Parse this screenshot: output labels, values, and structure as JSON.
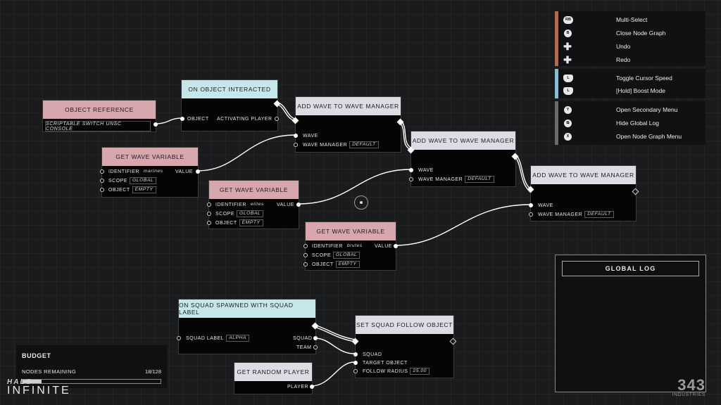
{
  "controls": [
    {
      "button": "RB",
      "label": "Multi-Select",
      "group": "orange"
    },
    {
      "button": "B",
      "label": "Close Node Graph",
      "group": "orange"
    },
    {
      "button": "✚",
      "label": "Undo",
      "group": "orange"
    },
    {
      "button": "✚",
      "label": "Redo",
      "group": "orange"
    },
    {
      "button": "L",
      "label": "Toggle Cursor Speed",
      "group": "blue"
    },
    {
      "button": "L",
      "label": "[Hold] Boost Mode",
      "group": "blue"
    },
    {
      "button": "Y",
      "label": "Open Secondary Menu",
      "group": "grey"
    },
    {
      "button": "⧉",
      "label": "Hide Global Log",
      "group": "grey"
    },
    {
      "button": "X",
      "label": "Open Node Graph Menu",
      "group": "grey"
    }
  ],
  "colors": {
    "orange": "#b5694a",
    "blue": "#86bed6",
    "grey": "#6a6a6a"
  },
  "nodes": {
    "object_reference": {
      "title": "OBJECT REFERENCE",
      "value": "SCRIPTABLE SWITCH UNSC CONSOLE"
    },
    "on_object_interacted": {
      "title": "ON OBJECT INTERACTED",
      "object": "OBJECT",
      "player": "ACTIVATING PLAYER"
    },
    "add_wave_1": {
      "title": "ADD WAVE TO WAVE MANAGER",
      "wave": "WAVE",
      "manager": "WAVE MANAGER",
      "manager_value": "DEFAULT"
    },
    "add_wave_2": {
      "title": "ADD WAVE TO WAVE MANAGER",
      "wave": "WAVE",
      "manager": "WAVE MANAGER",
      "manager_value": "DEFAULT"
    },
    "add_wave_3": {
      "title": "ADD WAVE TO WAVE MANAGER",
      "wave": "WAVE",
      "manager": "WAVE MANAGER",
      "manager_value": "DEFAULT"
    },
    "get_wave_1": {
      "title": "GET WAVE VARIABLE",
      "identifier": "IDENTIFIER",
      "identifier_value": "marines",
      "scope": "SCOPE",
      "scope_value": "GLOBAL",
      "object": "OBJECT",
      "object_value": "EMPTY",
      "value": "VALUE"
    },
    "get_wave_2": {
      "title": "GET WAVE VARIABLE",
      "identifier": "IDENTIFIER",
      "identifier_value": "elites",
      "scope": "SCOPE",
      "scope_value": "GLOBAL",
      "object": "OBJECT",
      "object_value": "EMPTY",
      "value": "VALUE"
    },
    "get_wave_3": {
      "title": "GET WAVE VARIABLE",
      "identifier": "IDENTIFIER",
      "identifier_value": "brutes",
      "scope": "SCOPE",
      "scope_value": "GLOBAL",
      "object": "OBJECT",
      "object_value": "EMPTY",
      "value": "VALUE"
    },
    "on_squad_spawned": {
      "title": "ON SQUAD SPAWNED WITH SQUAD LABEL",
      "label": "SQUAD LABEL",
      "label_value": "ALPHA",
      "squad": "SQUAD",
      "team": "TEAM"
    },
    "set_squad_follow": {
      "title": "SET SQUAD FOLLOW OBJECT",
      "squad": "SQUAD",
      "target": "TARGET OBJECT",
      "radius": "FOLLOW RADIUS",
      "radius_value": "25.00"
    },
    "get_random_player": {
      "title": "GET RANDOM PLAYER",
      "player": "PLAYER"
    }
  },
  "global_log": {
    "title": "GLOBAL LOG"
  },
  "budget": {
    "title": "BUDGET",
    "label": "NODES REMAINING",
    "count": "18/128",
    "fraction": 0.14
  },
  "branding": {
    "game_small": "HALO",
    "game": "INFINITE",
    "studio": "343",
    "studio_sub": "INDUSTRIES"
  }
}
